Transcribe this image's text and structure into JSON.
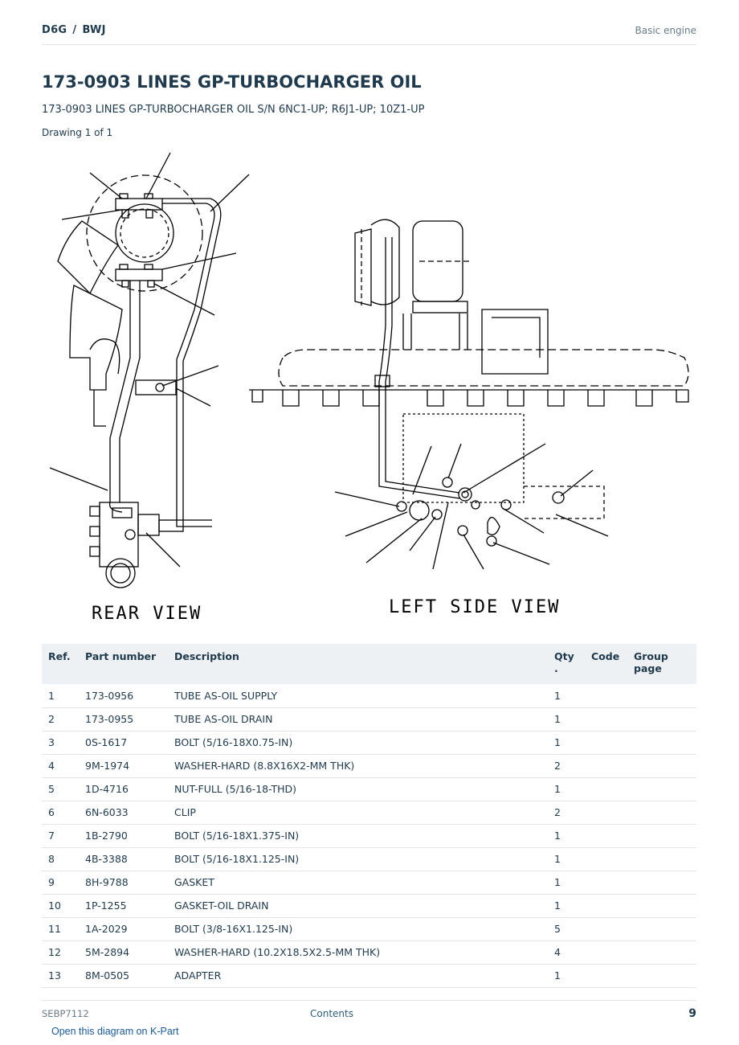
{
  "header": {
    "model": "D6G",
    "separator": "/",
    "serial_prefix": "BWJ",
    "section": "Basic engine"
  },
  "title": "173-0903 LINES GP-TURBOCHARGER OIL",
  "subtitle": "173-0903 LINES GP-TURBOCHARGER OIL S/N 6NC1-UP; R6J1-UP; 10Z1-UP",
  "drawing_label": "Drawing 1 of 1",
  "drawing": {
    "rear_view_label": "REAR VIEW",
    "left_side_view_label": "LEFT SIDE VIEW"
  },
  "table": {
    "headers": {
      "ref": "Ref.",
      "part_number": "Part number",
      "description": "Description",
      "qty": "Qty .",
      "code": "Code",
      "group_page": "Group page"
    },
    "rows": [
      {
        "ref": "1",
        "part_number": "173-0956",
        "description": "TUBE AS-OIL SUPPLY",
        "qty": "1",
        "code": "",
        "group_page": ""
      },
      {
        "ref": "2",
        "part_number": "173-0955",
        "description": "TUBE AS-OIL DRAIN",
        "qty": "1",
        "code": "",
        "group_page": ""
      },
      {
        "ref": "3",
        "part_number": "0S-1617",
        "description": "BOLT (5/16-18X0.75-IN)",
        "qty": "1",
        "code": "",
        "group_page": ""
      },
      {
        "ref": "4",
        "part_number": "9M-1974",
        "description": "WASHER-HARD (8.8X16X2-MM THK)",
        "qty": "2",
        "code": "",
        "group_page": ""
      },
      {
        "ref": "5",
        "part_number": "1D-4716",
        "description": "NUT-FULL (5/16-18-THD)",
        "qty": "1",
        "code": "",
        "group_page": ""
      },
      {
        "ref": "6",
        "part_number": "6N-6033",
        "description": "CLIP",
        "qty": "2",
        "code": "",
        "group_page": ""
      },
      {
        "ref": "7",
        "part_number": "1B-2790",
        "description": "BOLT (5/16-18X1.375-IN)",
        "qty": "1",
        "code": "",
        "group_page": ""
      },
      {
        "ref": "8",
        "part_number": "4B-3388",
        "description": "BOLT (5/16-18X1.125-IN)",
        "qty": "1",
        "code": "",
        "group_page": ""
      },
      {
        "ref": "9",
        "part_number": "8H-9788",
        "description": "GASKET",
        "qty": "1",
        "code": "",
        "group_page": ""
      },
      {
        "ref": "10",
        "part_number": "1P-1255",
        "description": "GASKET-OIL DRAIN",
        "qty": "1",
        "code": "",
        "group_page": ""
      },
      {
        "ref": "11",
        "part_number": "1A-2029",
        "description": "BOLT (3/8-16X1.125-IN)",
        "qty": "5",
        "code": "",
        "group_page": ""
      },
      {
        "ref": "12",
        "part_number": "5M-2894",
        "description": "WASHER-HARD (10.2X18.5X2.5-MM THK)",
        "qty": "4",
        "code": "",
        "group_page": ""
      },
      {
        "ref": "13",
        "part_number": "8M-0505",
        "description": "ADAPTER",
        "qty": "1",
        "code": "",
        "group_page": ""
      }
    ]
  },
  "footer": {
    "doc_id": "SEBP7112",
    "contents_link": "Contents",
    "page_number": "9"
  },
  "kpart_link": "Open this diagram on K-Part"
}
